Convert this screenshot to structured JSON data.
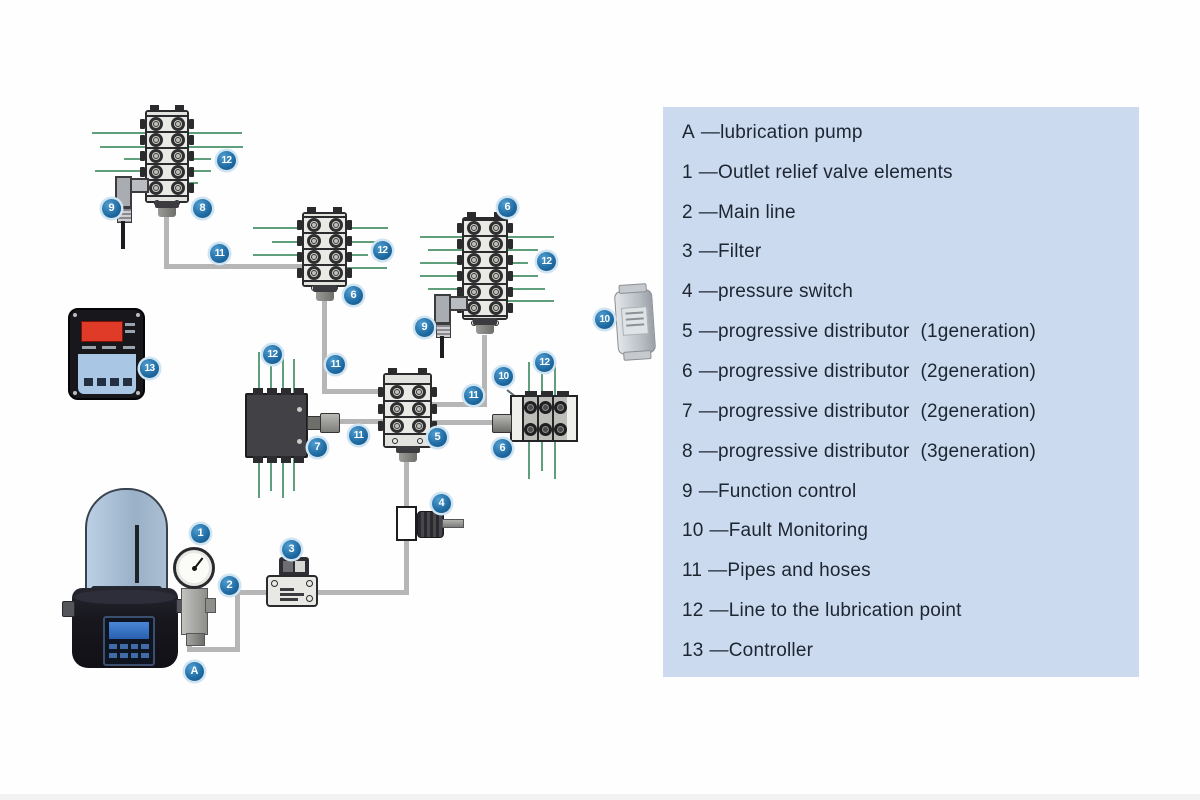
{
  "colors": {
    "legend_bg": "#cbdaef",
    "legend_text": "#1d2531",
    "badge_blue": "#1e6aa2",
    "lubrication_line_green": "#5f9f7b",
    "pipe_gray": "#b6b6b6",
    "block_fill": "#e9e9e5",
    "block_outline": "#2b2b2d",
    "controller_display_red": "#e03a28",
    "controller_panel_blue": "#a9c6e4"
  },
  "legend": {
    "dash": "—",
    "rows": [
      {
        "num": "A",
        "label": "lubrication pump"
      },
      {
        "num": "1",
        "label": "Outlet relief valve elements"
      },
      {
        "num": "2",
        "label": "Main line"
      },
      {
        "num": "3",
        "label": "Filter"
      },
      {
        "num": "4",
        "label": "pressure switch"
      },
      {
        "num": "5",
        "label": "progressive distributor  (1generation)"
      },
      {
        "num": "6",
        "label": "progressive distributor  (2generation)"
      },
      {
        "num": "7",
        "label": "progressive distributor  (2generation)"
      },
      {
        "num": "8",
        "label": "progressive distributor  (3generation)"
      },
      {
        "num": "9",
        "label": "Function control"
      },
      {
        "num": "10",
        "label": "Fault Monitoring"
      },
      {
        "num": "11",
        "label": "Pipes and hoses"
      },
      {
        "num": "12",
        "label": "Line to the lubrication point"
      },
      {
        "num": "13",
        "label": "Controller"
      }
    ]
  },
  "badges": {
    "d8": "8",
    "s9_top": "9",
    "l12_top": "12",
    "p11_top": "11",
    "d6_mid": "6",
    "l12_mid": "12",
    "p11_mid": "11",
    "d6_tall": "6",
    "l12_tall": "12",
    "s9_mid": "9",
    "m10_side": "10",
    "c13": "13",
    "l12_d7": "12",
    "d7": "7",
    "p11_d7": "11",
    "d5": "5",
    "p11_d5r": "11",
    "l12_d6r": "12",
    "m10_d6r": "10",
    "d6_right": "6",
    "v1": "1",
    "m2": "2",
    "f3": "3",
    "ps4": "4",
    "pA": "A"
  }
}
